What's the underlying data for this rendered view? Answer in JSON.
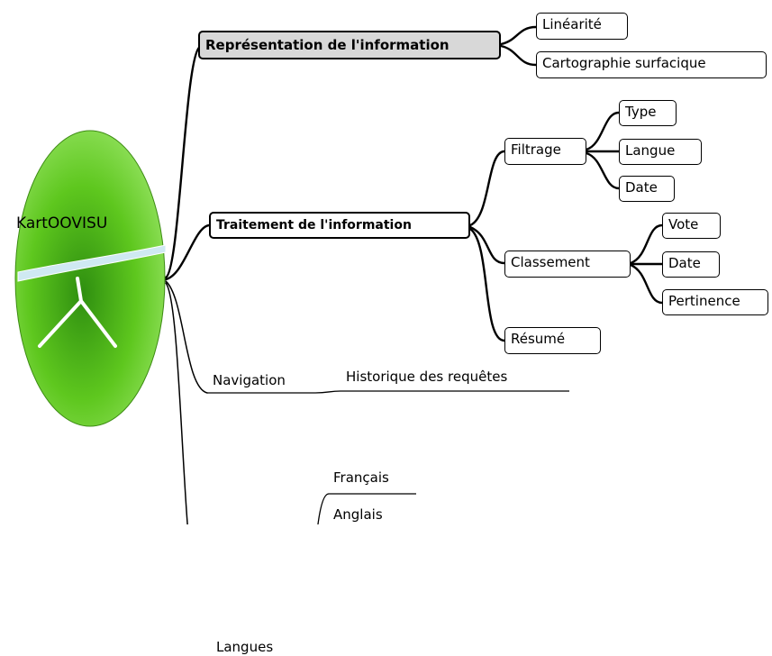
{
  "root": {
    "label": "KartOOVISU",
    "colors": {
      "fill": "#5ec71e",
      "fill_light": "#8fe05a",
      "bar": "#cfe9f2"
    }
  },
  "branches": {
    "representation": {
      "label": "Représentation de l'information",
      "children": [
        "Linéarité",
        "Cartographie surfacique"
      ]
    },
    "traitement": {
      "label": "Traitement de l'information",
      "filtrage": {
        "label": "Filtrage",
        "children": [
          "Type",
          "Langue",
          "Date"
        ]
      },
      "classement": {
        "label": "Classement",
        "children": [
          "Vote",
          "Date",
          "Pertinence"
        ]
      },
      "resume": {
        "label": "Résumé"
      }
    },
    "navigation": {
      "label": "Navigation",
      "children": [
        "Historique des requêtes"
      ]
    },
    "langues": {
      "label": "Langues",
      "children": [
        "Français",
        "Anglais"
      ]
    }
  }
}
